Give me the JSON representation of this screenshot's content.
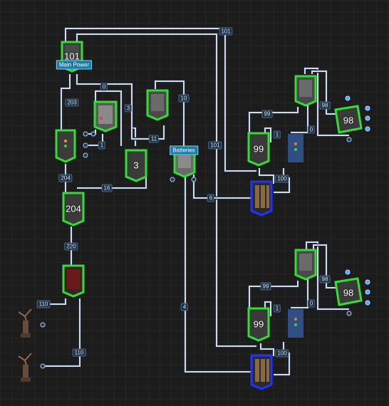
{
  "wire_labels": [
    "101",
    "203",
    "0",
    "3",
    "10",
    "1",
    "11",
    "204",
    "16",
    "101",
    "6",
    "99",
    "98",
    "1",
    "0",
    "100",
    "220",
    "110",
    "4",
    "110",
    "99",
    "98",
    "1",
    "0",
    "100"
  ],
  "nodes": {
    "main_power": {
      "value": "101",
      "tag": "Main Power"
    },
    "switch_3": {
      "value": "3"
    },
    "batteries": {
      "tag": "Batteries"
    },
    "splitter_204": {
      "value": "204"
    },
    "branch_a_switch": {
      "value": "99"
    },
    "branch_a_cell": {
      "value": "98"
    },
    "branch_b_switch": {
      "value": "99"
    },
    "branch_b_cell": {
      "value": "98"
    }
  },
  "colors": {
    "wire": "#d8dbe0",
    "selected_outline": "#33dd33",
    "battery_outline": "#2233ff",
    "label_bg": "#1e2f42",
    "tag_bg": "#1a7aa6"
  }
}
